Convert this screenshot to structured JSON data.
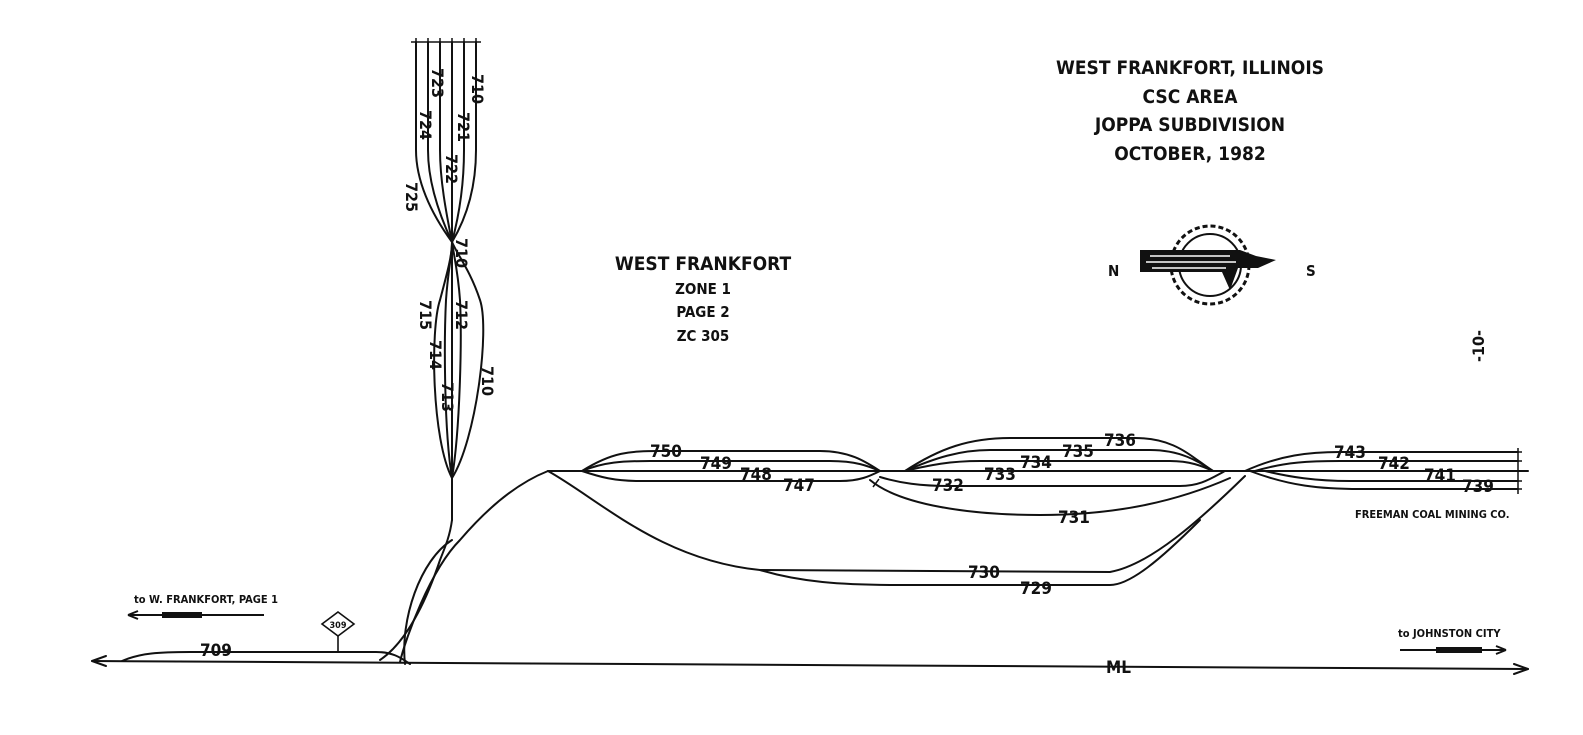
{
  "title_block": {
    "line1": "WEST FRANKFORT, ILLINOIS",
    "line2": "CSC AREA",
    "line3": "JOPPA SUBDIVISION",
    "line4": "OCTOBER, 1982"
  },
  "zone_block": {
    "line1": "WEST FRANKFORT",
    "line2": "ZONE 1",
    "line3": "PAGE 2",
    "line4": "ZC 305"
  },
  "compass": {
    "north": "N",
    "south": "S",
    "logo": "eagle-emblem-icon"
  },
  "page_number": "-10-",
  "directions": {
    "west": "to W. FRANKFORT, PAGE 1",
    "east": "to JOHNSTON CITY"
  },
  "mainline_label": "ML",
  "industry_label": "FREEMAN COAL MINING CO.",
  "milepost_sign": "309",
  "tracks": {
    "t709": "709",
    "t710a": "710",
    "t710b": "710",
    "t710c": "710",
    "t712": "712",
    "t713": "713",
    "t714": "714",
    "t715": "715",
    "t721": "721",
    "t722": "722",
    "t723": "723",
    "t724": "724",
    "t725": "725",
    "t729": "729",
    "t730": "730",
    "t731": "731",
    "t732": "732",
    "t733": "733",
    "t734": "734",
    "t735": "735",
    "t736": "736",
    "t739": "739",
    "t741": "741",
    "t742": "742",
    "t743": "743",
    "t747": "747",
    "t748": "748",
    "t749": "749",
    "t750": "750"
  }
}
